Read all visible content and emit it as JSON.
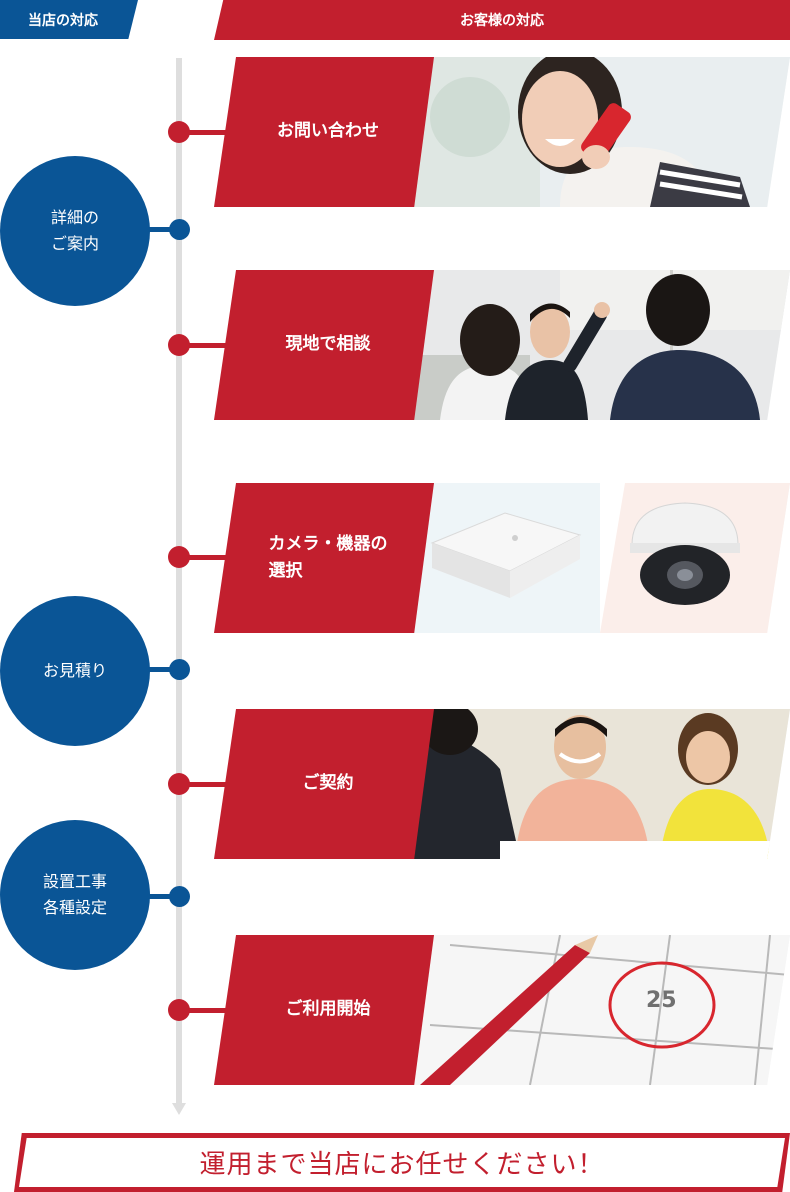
{
  "header": {
    "left_label": "当店の対応",
    "right_label": "お客様の対応"
  },
  "shop_steps": [
    {
      "label": "詳細の\nご案内"
    },
    {
      "label": "お見積り"
    },
    {
      "label": "設置工事\n各種設定"
    }
  ],
  "customer_steps": [
    {
      "label": "お問い合わせ",
      "image": "woman-on-phone-photo"
    },
    {
      "label": "現地で相談",
      "image": "on-site-consultation-photo"
    },
    {
      "label": "カメラ・機器の\n選択",
      "image": "camera-and-recorder-photo"
    },
    {
      "label": "ご契約",
      "image": "contract-meeting-photo"
    },
    {
      "label": "ご利用開始",
      "image": "calendar-pencil-photo",
      "calendar_day": "25"
    }
  ],
  "banner": {
    "text": "運用まで当店にお任せください！"
  },
  "colors": {
    "red": "#c21f2e",
    "blue": "#0a5596",
    "timeline": "#dedede"
  }
}
